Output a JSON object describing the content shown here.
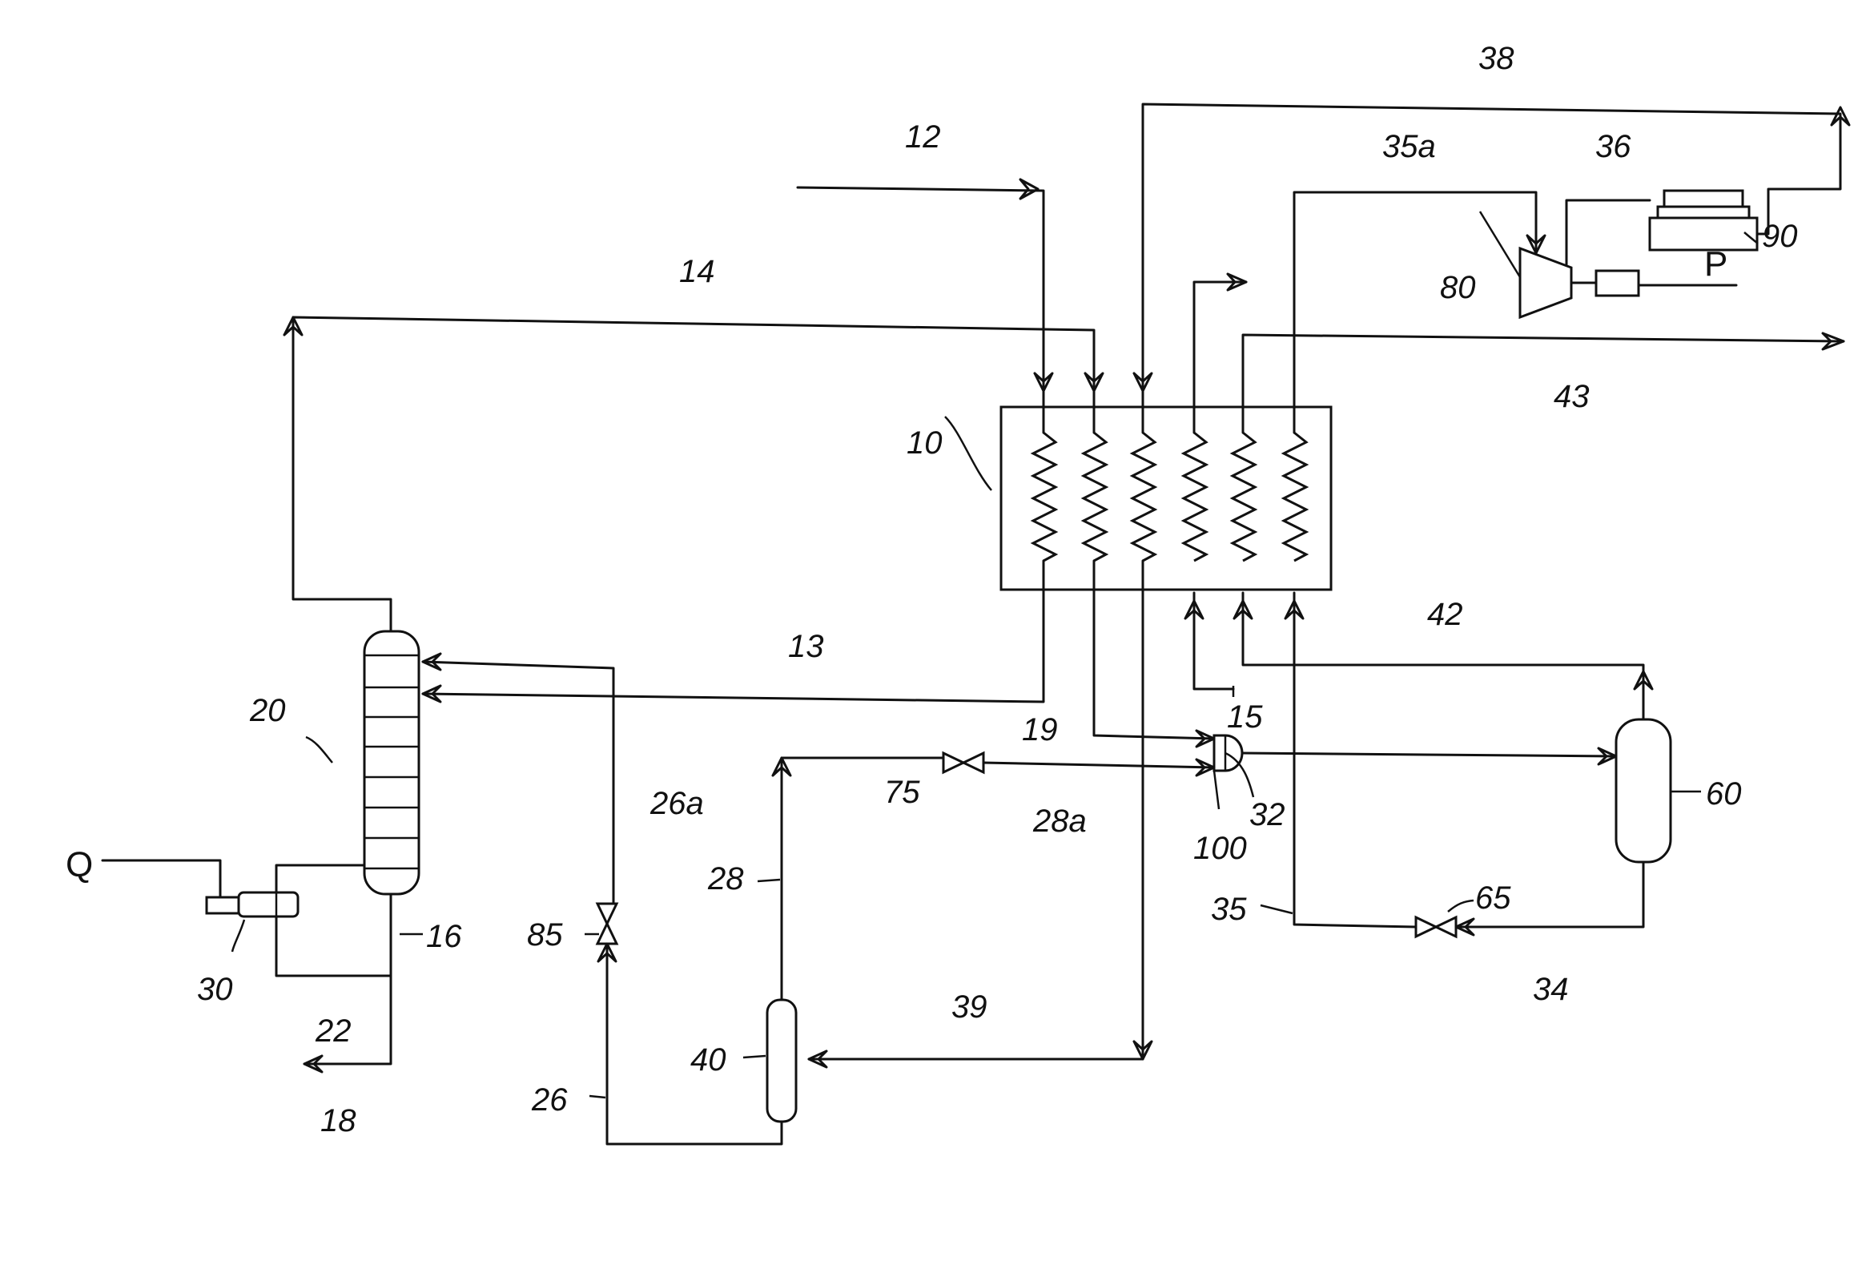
{
  "labels": {
    "n12": "12",
    "n14": "14",
    "n38": "38",
    "n35a": "35a",
    "n36": "36",
    "n90": "90",
    "n80": "80",
    "P": "P",
    "n43": "43",
    "n10": "10",
    "n13": "13",
    "n42": "42",
    "n20": "20",
    "n15": "15",
    "n19": "19",
    "n100": "100",
    "n32": "32",
    "n60": "60",
    "n75": "75",
    "n28a": "28a",
    "n26a": "26a",
    "Q": "Q",
    "n28": "28",
    "n35": "35",
    "n65": "65",
    "n85": "85",
    "n16": "16",
    "n30": "30",
    "n34": "34",
    "n22": "22",
    "n39": "39",
    "n40": "40",
    "n18": "18",
    "n26": "26"
  }
}
